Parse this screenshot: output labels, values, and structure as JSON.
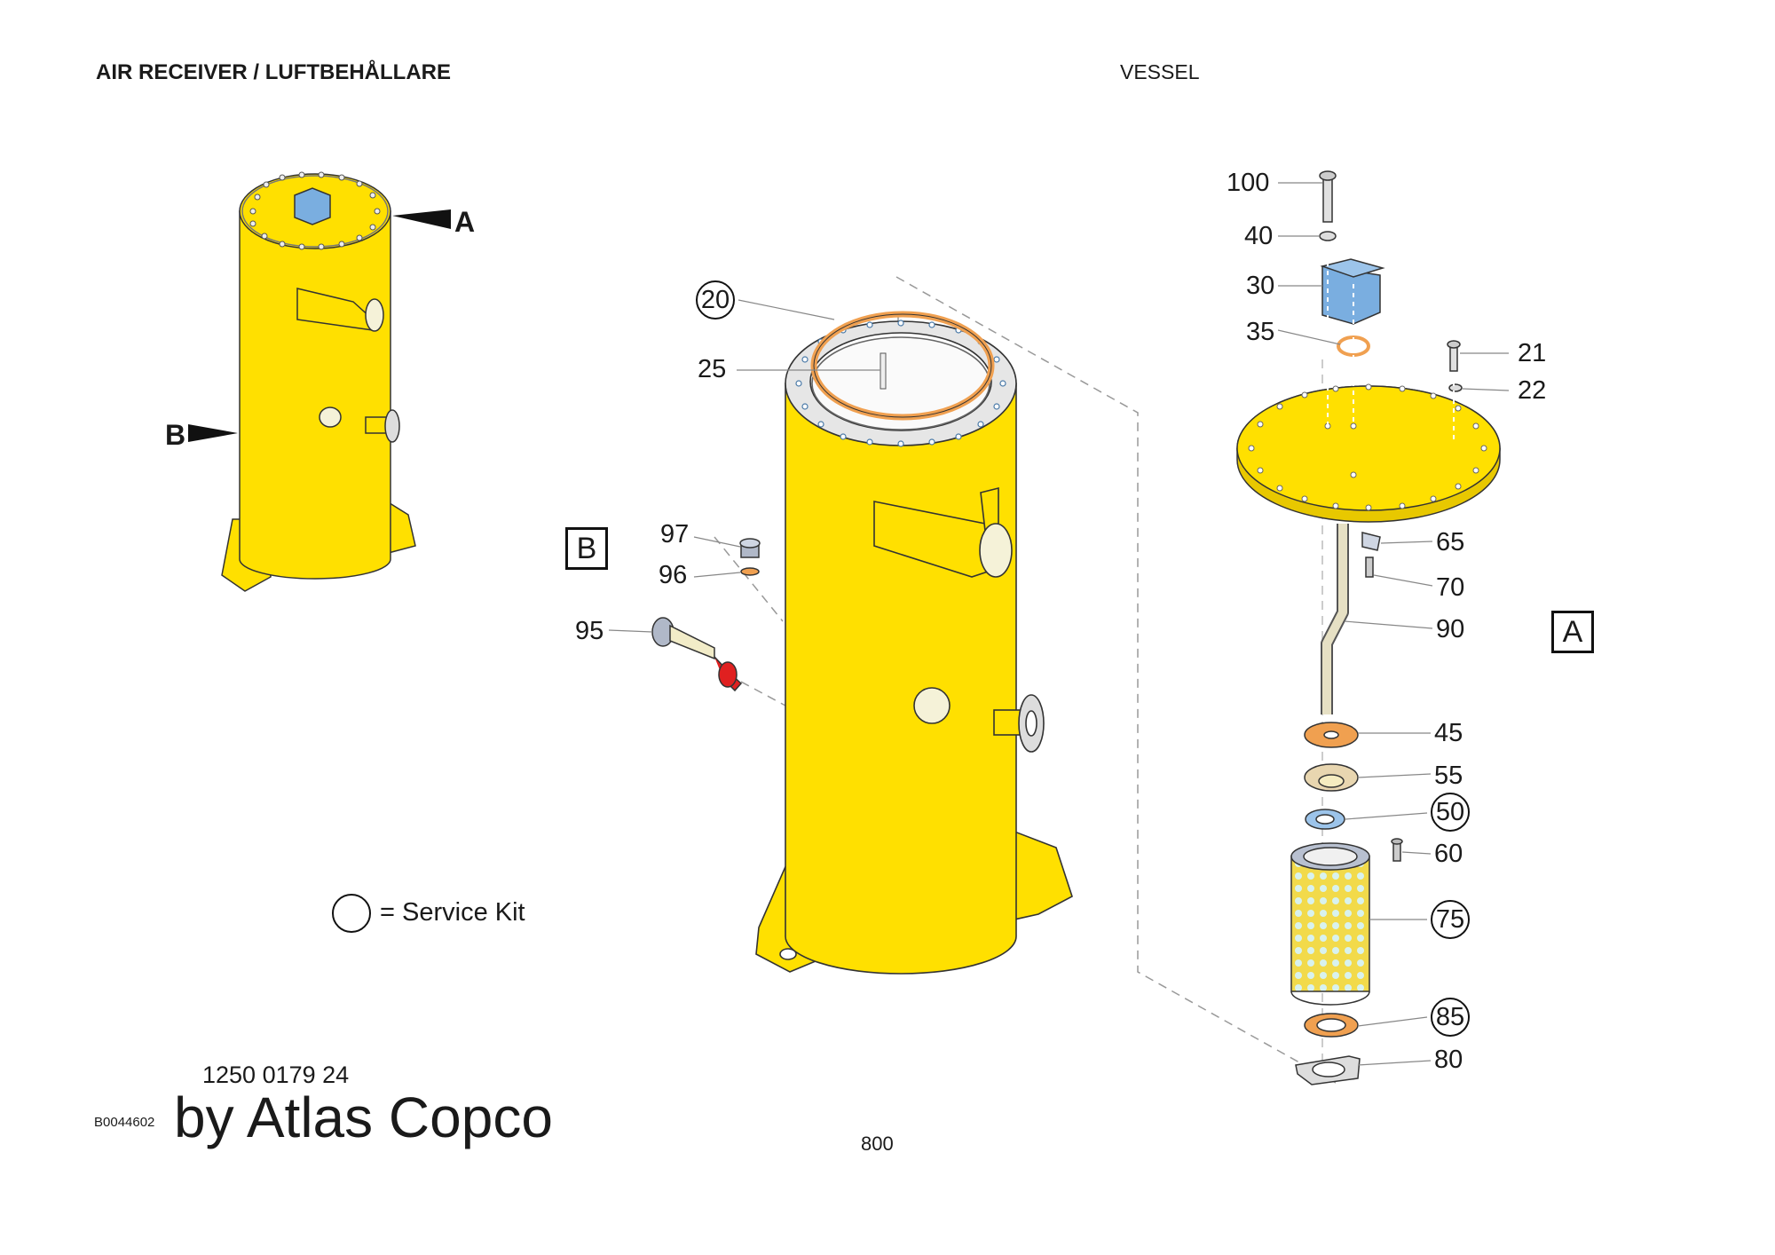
{
  "header": {
    "title": "AIR RECEIVER / LUFTBEHÅLLARE",
    "section": "VESSEL"
  },
  "overview": {
    "label_a": "A",
    "label_b": "B"
  },
  "detail_boxes": {
    "a": "A",
    "b": "B"
  },
  "legend": {
    "text": "= Service Kit"
  },
  "parts": {
    "p100": "100",
    "p40": "40",
    "p30": "30",
    "p35": "35",
    "p21": "21",
    "p22": "22",
    "p65": "65",
    "p70": "70",
    "p90": "90",
    "p45": "45",
    "p55": "55",
    "p50": "50",
    "p60": "60",
    "p75": "75",
    "p85": "85",
    "p80": "80",
    "p20": "20",
    "p25": "25",
    "p97": "97",
    "p96": "96",
    "p95": "95"
  },
  "footer": {
    "drawing_no": "1250 0179 24",
    "image_id": "B0044602",
    "brand": "by Atlas Copco",
    "page": "800"
  },
  "colors": {
    "vessel": "#FFE000",
    "outline": "#333333",
    "blue_part": "#7AAEE0",
    "orange_gasket": "#F0A050",
    "red_handle": "#E02020"
  }
}
